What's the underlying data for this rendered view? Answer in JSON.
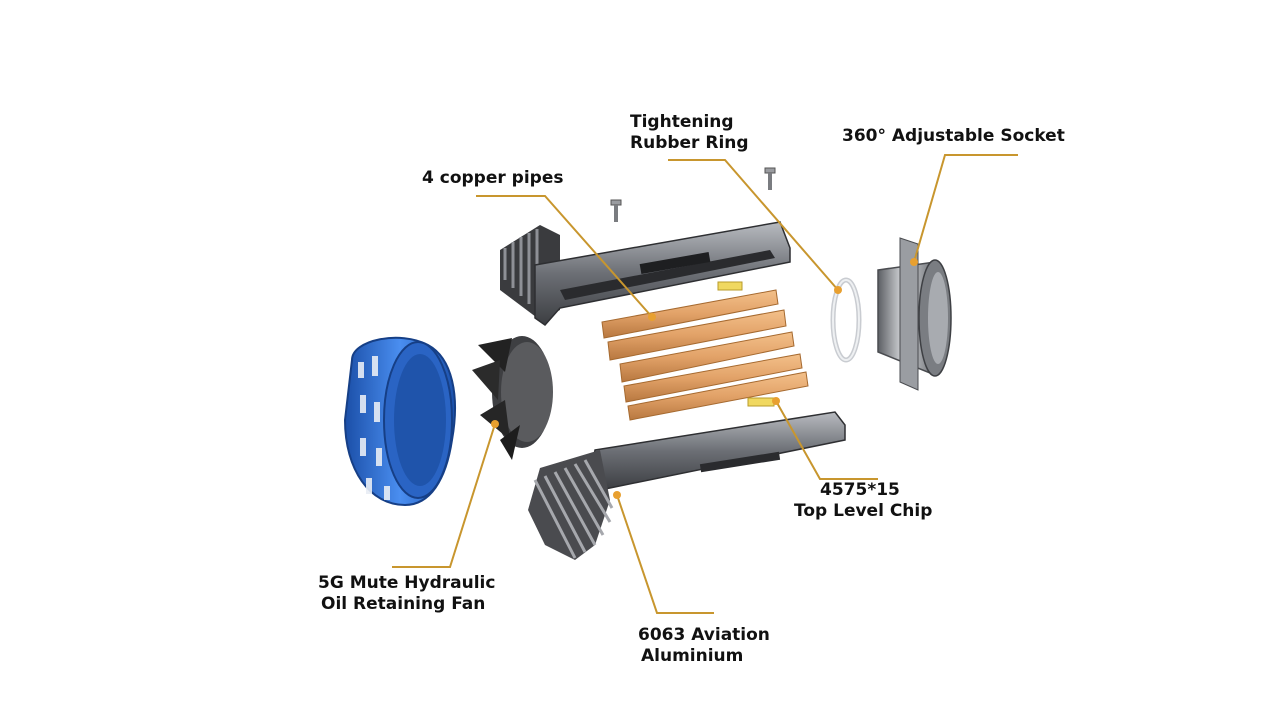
{
  "colors": {
    "leader": "#c8962e",
    "dot": "#e8a030",
    "copper": "#e2a268",
    "blue": "#2c6fd1",
    "aluminium": "#8a8d92"
  },
  "labels": {
    "rubber_ring": {
      "line1": "Tightening",
      "line2": "Rubber Ring"
    },
    "socket": {
      "line1": "360°  Adjustable Socket"
    },
    "copper_pipes": {
      "line1": "4 copper pipes"
    },
    "chip": {
      "line1": "4575*15",
      "line2": "Top Level Chip"
    },
    "fan": {
      "line1": "5G Mute Hydraulic",
      "line2": "Oil Retaining Fan"
    },
    "aluminium": {
      "line1": "6063 Aviation",
      "line2": "Aluminium"
    }
  }
}
